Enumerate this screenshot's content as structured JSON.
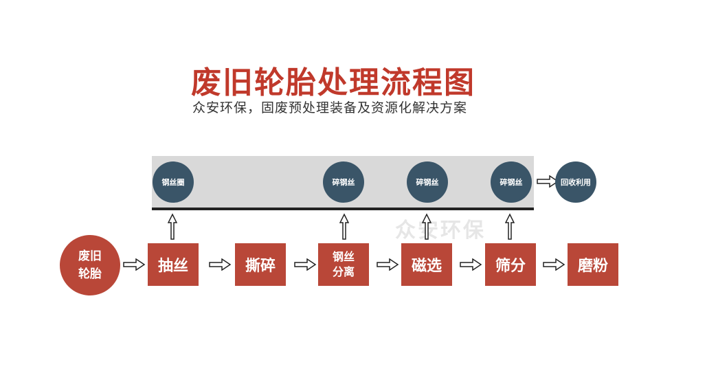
{
  "title": "废旧轮胎处理流程图",
  "subtitle": "众安环保，固废预处理装备及资源化解决方案",
  "start_node": "废旧轮胎",
  "steps": [
    "抽丝",
    "撕碎",
    "钢丝分离",
    "磁选",
    "筛分",
    "磨粉"
  ],
  "byproducts": [
    "钢丝圈",
    "碎钢丝",
    "碎钢丝",
    "碎钢丝"
  ],
  "end_node": "回收利用",
  "watermark": "众安环保",
  "colors": {
    "title": "#c0392b",
    "step_box": "#b94738",
    "circle": "#3a5568",
    "band": "#d9d9d9"
  }
}
